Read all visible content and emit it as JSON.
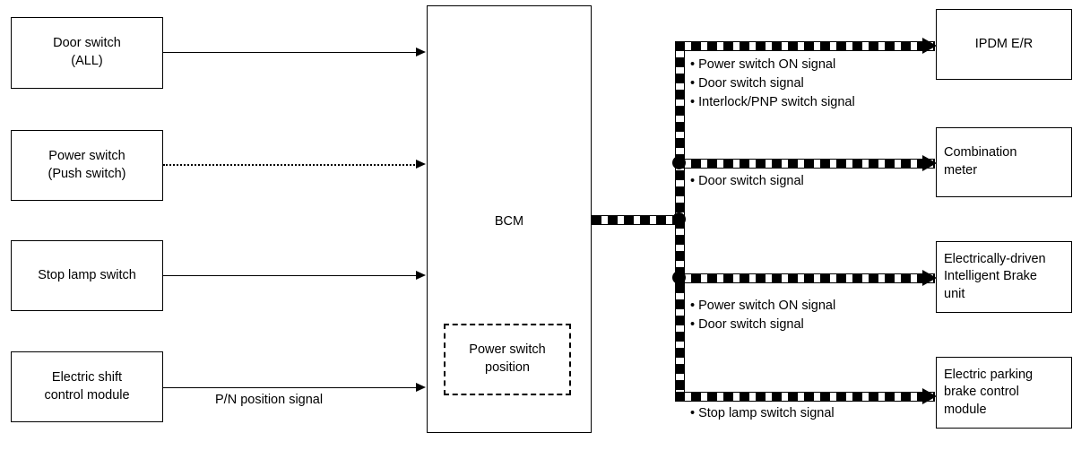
{
  "diagram": {
    "title": "BCM power distribution / signal block diagram",
    "bus_style_note": "checkered-thick-line",
    "colors": {
      "line": "#000000",
      "background": "#ffffff",
      "text": "#000000"
    }
  },
  "inputs": [
    {
      "id": "door-switch",
      "label": "Door switch\n(ALL)",
      "arrow_style": "solid"
    },
    {
      "id": "power-switch",
      "label": "Power switch\n(Push switch)",
      "arrow_style": "dotted"
    },
    {
      "id": "stop-lamp-switch",
      "label": "Stop lamp switch",
      "arrow_style": "solid"
    },
    {
      "id": "electric-shift-control",
      "label": "Electric shift\ncontrol module",
      "arrow_style": "solid"
    }
  ],
  "input_arrow_labels": [
    {
      "id": "pn-position-signal",
      "label": "P/N position signal"
    }
  ],
  "bcm": {
    "label": "BCM",
    "inner_block": {
      "label": "Power switch\nposition"
    }
  },
  "outputs": [
    {
      "id": "ipdm-er",
      "label": "IPDM E/R",
      "signals": "• Power switch ON signal\n• Door switch signal\n• Interlock/PNP switch signal"
    },
    {
      "id": "combination-meter",
      "label": "Combination\nmeter",
      "signals": "• Door switch signal"
    },
    {
      "id": "electrically-driven-intelligent-brake-unit",
      "label": "Electrically-driven\nIntelligent Brake\nunit",
      "signals": "• Power switch ON signal\n• Door switch signal"
    },
    {
      "id": "electric-parking-brake-control-module",
      "label": "Electric parking\nbrake control\nmodule",
      "signals": "• Stop lamp switch signal"
    }
  ]
}
